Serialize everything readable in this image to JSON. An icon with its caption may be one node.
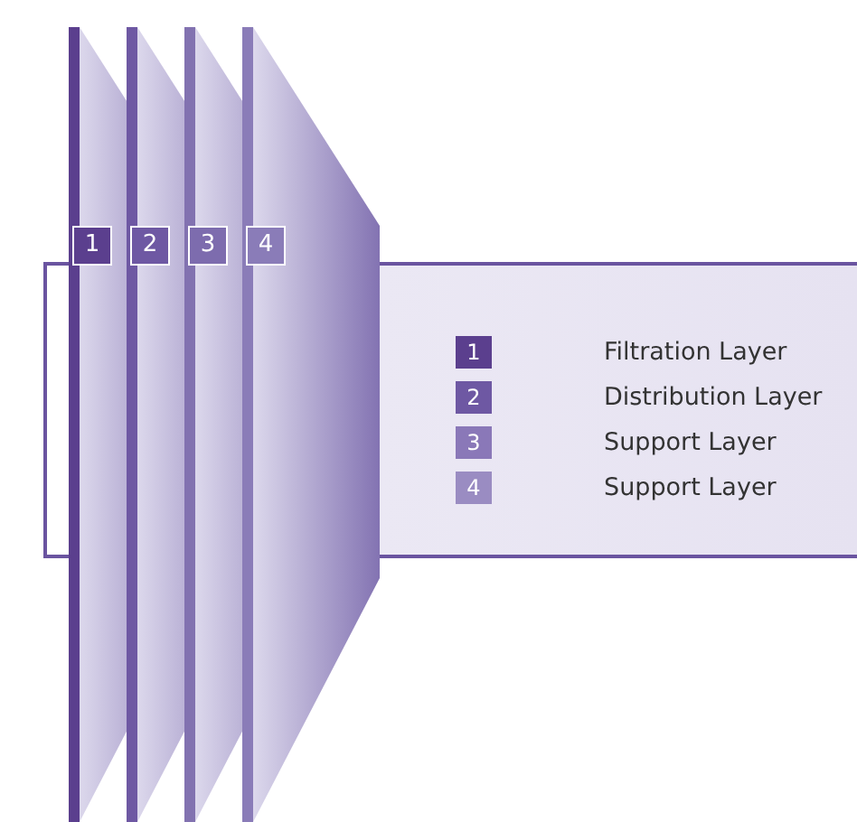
{
  "diagram": {
    "nodes": [
      {
        "text": [
          "1"
        ]
      },
      {
        "text": [
          "2"
        ]
      },
      {
        "text": [
          "3"
        ]
      },
      {
        "text": [
          "4"
        ]
      }
    ],
    "labels": [
      "1",
      "2",
      "3",
      "4"
    ],
    "legend": [
      {
        "text": "Filtration Layer",
        "color": "#5b3f8e"
      },
      {
        "text": "Distribution Layer",
        "color": "#6e58a3"
      },
      {
        "text": "Support Layer",
        "color": "#8a78b8"
      },
      {
        "text": "Support Layer",
        "color": "#9a8cc2"
      }
    ]
  }
}
